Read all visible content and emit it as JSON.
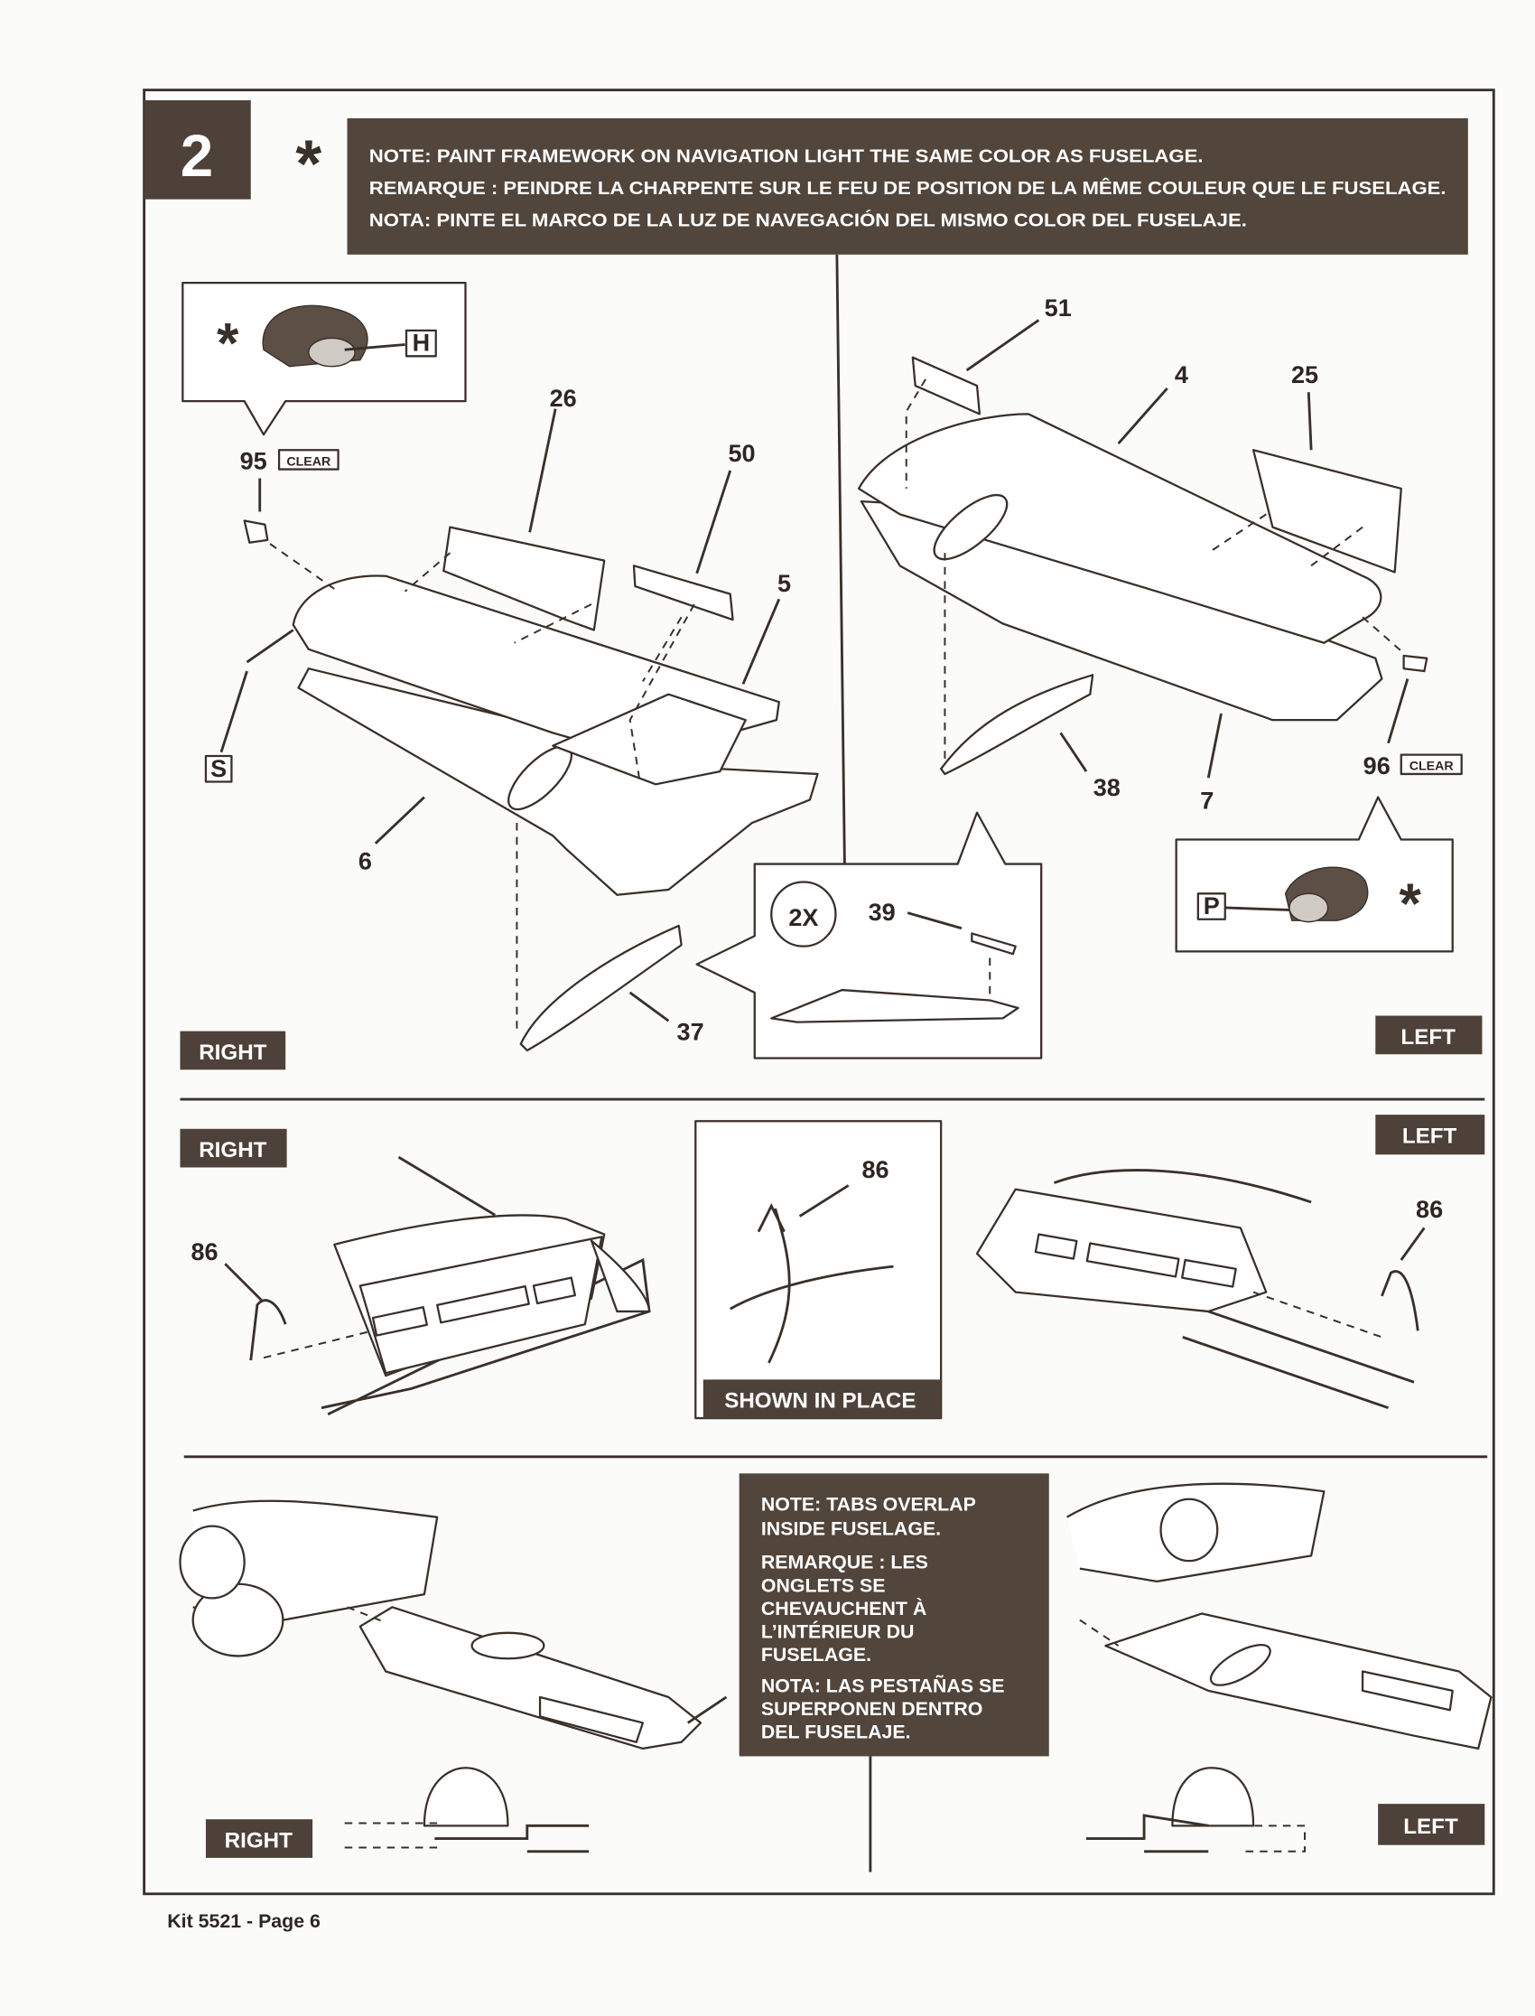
{
  "step": {
    "number": "2",
    "note_marker": "*"
  },
  "top_note": {
    "lines": [
      "NOTE: PAINT FRAMEWORK ON NAVIGATION LIGHT THE SAME COLOR AS FUSELAGE.",
      "REMARQUE : PEINDRE LA CHARPENTE SUR LE FEU DE POSITION DE LA MÊME COULEUR QUE LE FUSELAGE.",
      "NOTA: PINTE EL MARCO DE LA LUZ DE NAVEGACIÓN DEL MISMO COLOR DEL FUSELAJE."
    ]
  },
  "callouts": {
    "right_light": {
      "marker": "*",
      "paint_code": "H"
    },
    "left_light": {
      "marker": "*",
      "paint_code": "P"
    },
    "repeat": {
      "multiplier": "2X",
      "part": "39"
    },
    "shown_in_place": {
      "part": "86",
      "label": "SHOWN IN PLACE"
    }
  },
  "parts": {
    "p95": "95",
    "p95_tag": "CLEAR",
    "p26": "26",
    "p50": "50",
    "p5": "5",
    "p6": "6",
    "p37": "37",
    "paint_s": "S",
    "p51": "51",
    "p4": "4",
    "p25": "25",
    "p38": "38",
    "p7": "7",
    "p96": "96",
    "p96_tag": "CLEAR",
    "p86_right": "86",
    "p86_left": "86"
  },
  "side_labels": {
    "top_right": "RIGHT",
    "top_left": "LEFT",
    "mid_right": "RIGHT",
    "mid_left": "LEFT",
    "bottom_right": "RIGHT",
    "bottom_left": "LEFT"
  },
  "bottom_note": {
    "lines": [
      "NOTE: TABS OVERLAP",
      "INSIDE FUSELAGE.",
      "REMARQUE : LES",
      "ONGLETS SE",
      "CHEVAUCHENT À",
      "L’INTÉRIEUR DU",
      "FUSELAGE.",
      "NOTA: LAS PESTAÑAS SE",
      "SUPERPONEN DENTRO",
      "DEL FUSELAJE."
    ]
  },
  "footer": {
    "text": "Kit 5521 - Page 6"
  },
  "colors": {
    "ink": "#3a302a",
    "panel": "#4d4139",
    "paper": "#fbfbf9"
  }
}
